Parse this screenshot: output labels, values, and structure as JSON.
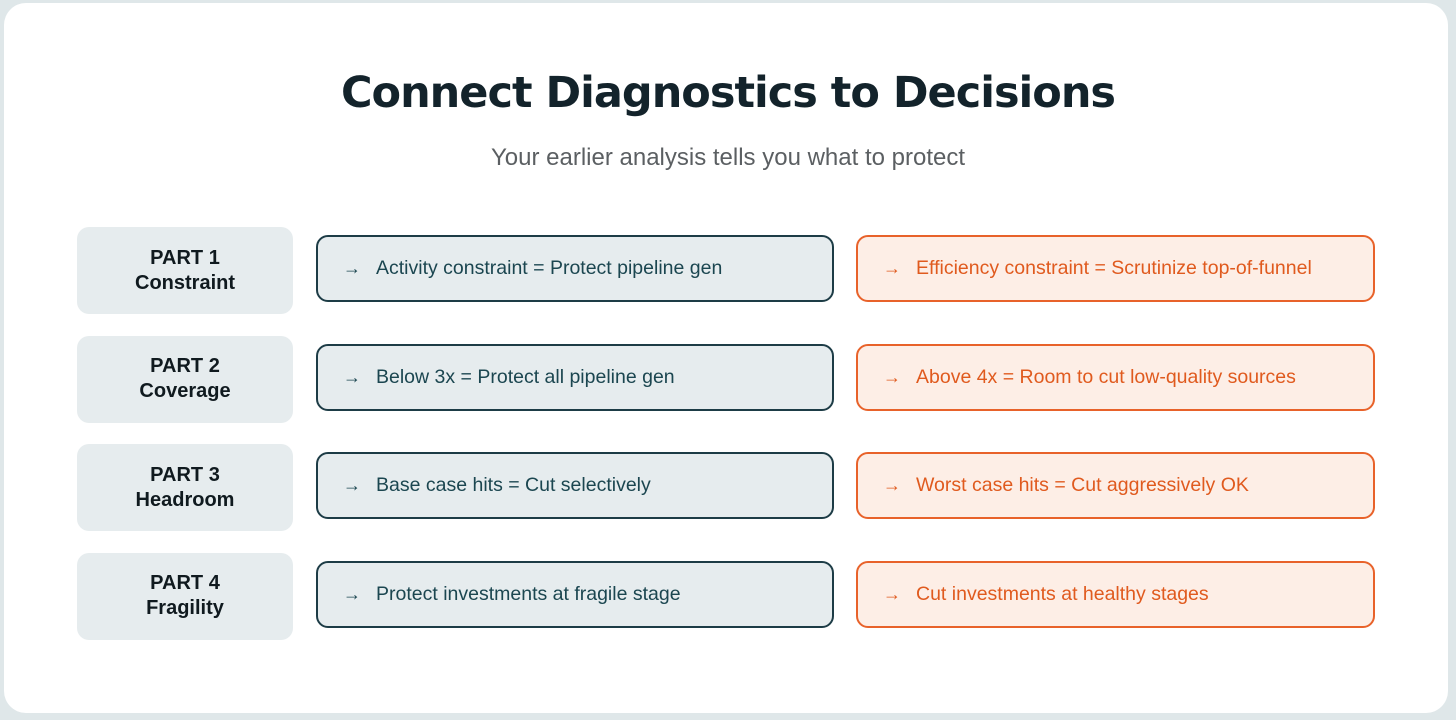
{
  "header": {
    "title": "Connect Diagnostics to Decisions",
    "subtitle": "Your earlier analysis tells you what to protect"
  },
  "icons": {
    "arrow": "→"
  },
  "colors": {
    "title": "#13232b",
    "protect_border": "#1d3c46",
    "protect_text": "#1b4650",
    "cut_border": "#e8622a",
    "cut_text": "#e05a1e",
    "cut_fill": "#fdeee6",
    "neutral_fill": "#e6ecee"
  },
  "rows": [
    {
      "part": "PART 1",
      "name": "Constraint",
      "protect": "Activity constraint = Protect pipeline gen",
      "cut": "Efficiency constraint = Scrutinize top-of-funnel"
    },
    {
      "part": "PART 2",
      "name": "Coverage",
      "protect": "Below 3x = Protect all pipeline gen",
      "cut": "Above 4x = Room to cut low-quality sources"
    },
    {
      "part": "PART 3",
      "name": "Headroom",
      "protect": "Base case hits = Cut selectively",
      "cut": "Worst case hits = Cut aggressively OK"
    },
    {
      "part": "PART 4",
      "name": "Fragility",
      "protect": "Protect investments at fragile stage",
      "cut": "Cut investments at healthy stages"
    }
  ]
}
